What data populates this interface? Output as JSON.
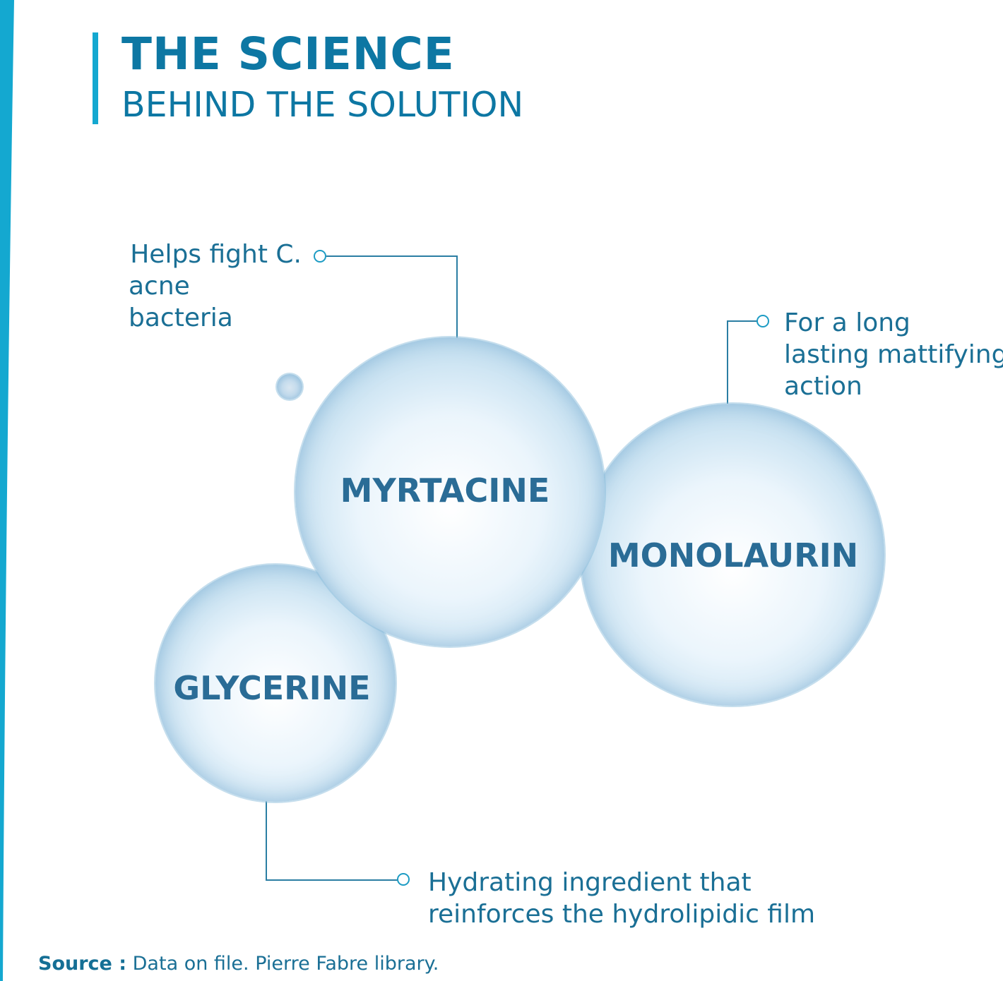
{
  "header": {
    "title": "THE SCIENCE",
    "subtitle": "BEHIND THE SOLUTION"
  },
  "ingredients": [
    {
      "name": "MYRTACINE",
      "description_lines": [
        "Helps fight C.",
        "acne bacteria"
      ]
    },
    {
      "name": "MONOLAURIN",
      "description_lines": [
        "For a long",
        "lasting mattifying",
        "action"
      ]
    },
    {
      "name": "GLYCERINE",
      "description_lines": [
        "Hydrating ingredient that",
        "reinforces the hydrolipidic film"
      ]
    }
  ],
  "footer": {
    "source_label": "Source :",
    "source_text": "Data on file. Pierre Fabre library."
  },
  "colors": {
    "title": "#0d77a3",
    "accent": "#14a8d0",
    "text": "#1a6f95"
  }
}
